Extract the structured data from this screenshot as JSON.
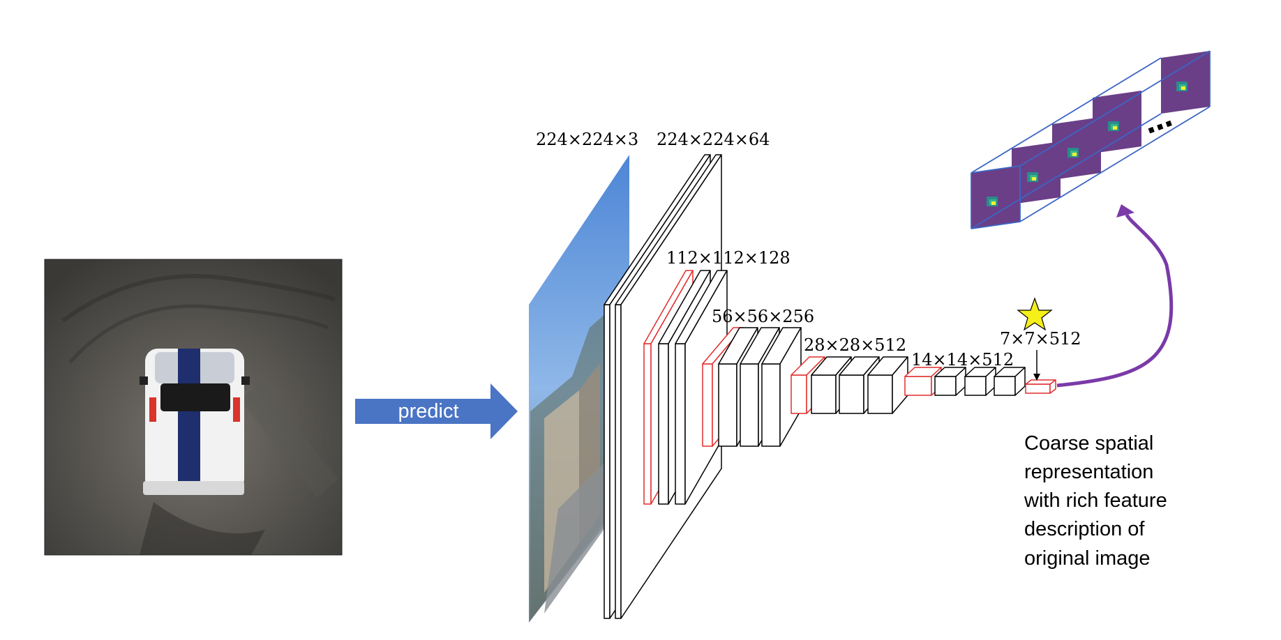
{
  "input_photo": {
    "description_icon": "car-photo",
    "colors": {
      "ground": "#4a4844",
      "car_body": "#f2f2f2",
      "stripe": "#1f2f6e",
      "tail_light": "#d9342b"
    }
  },
  "predict_arrow": {
    "label": "predict",
    "color": "#4a74c4"
  },
  "network": {
    "input_label": "224×224×3",
    "layer_labels": [
      "224×224×64",
      "112×112×128",
      "56×56×256",
      "28×28×512",
      "14×14×512",
      "7×7×512"
    ],
    "colors": {
      "conv": "#000000",
      "pool": "#e32b2b"
    }
  },
  "star": {
    "icon": "star-icon",
    "color": "#f5ef1a"
  },
  "feature_maps": {
    "ellipsis": "…",
    "colors": {
      "frame": "#3c66c4",
      "background": "#6a3f87",
      "mid": "#2a8c8c",
      "high": "#3ab88a",
      "peak": "#f2f233"
    }
  },
  "link_arrow": {
    "color": "#7a3aa8"
  },
  "caption": {
    "lines": [
      "Coarse spatial",
      "representation",
      "with rich feature",
      "description of",
      "original image"
    ]
  }
}
